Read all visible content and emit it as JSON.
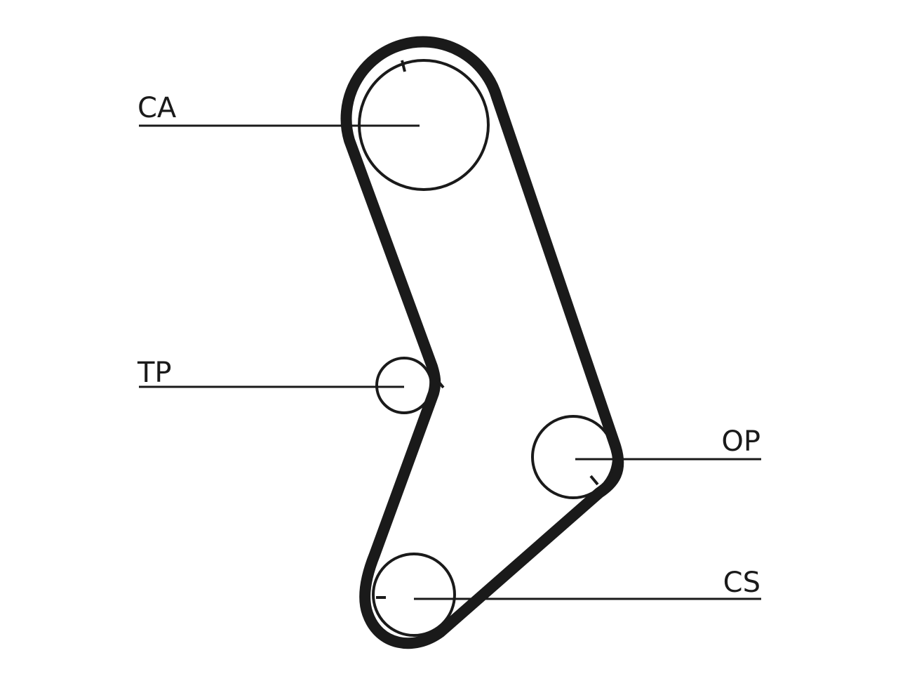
{
  "diagram": {
    "type": "timing-belt-routing",
    "colors": {
      "belt": "#1a1a1a",
      "line": "#1a1a1a",
      "background": "#ffffff"
    },
    "labels": {
      "ca": "CA",
      "tp": "TP",
      "op": "OP",
      "cs": "CS"
    }
  }
}
